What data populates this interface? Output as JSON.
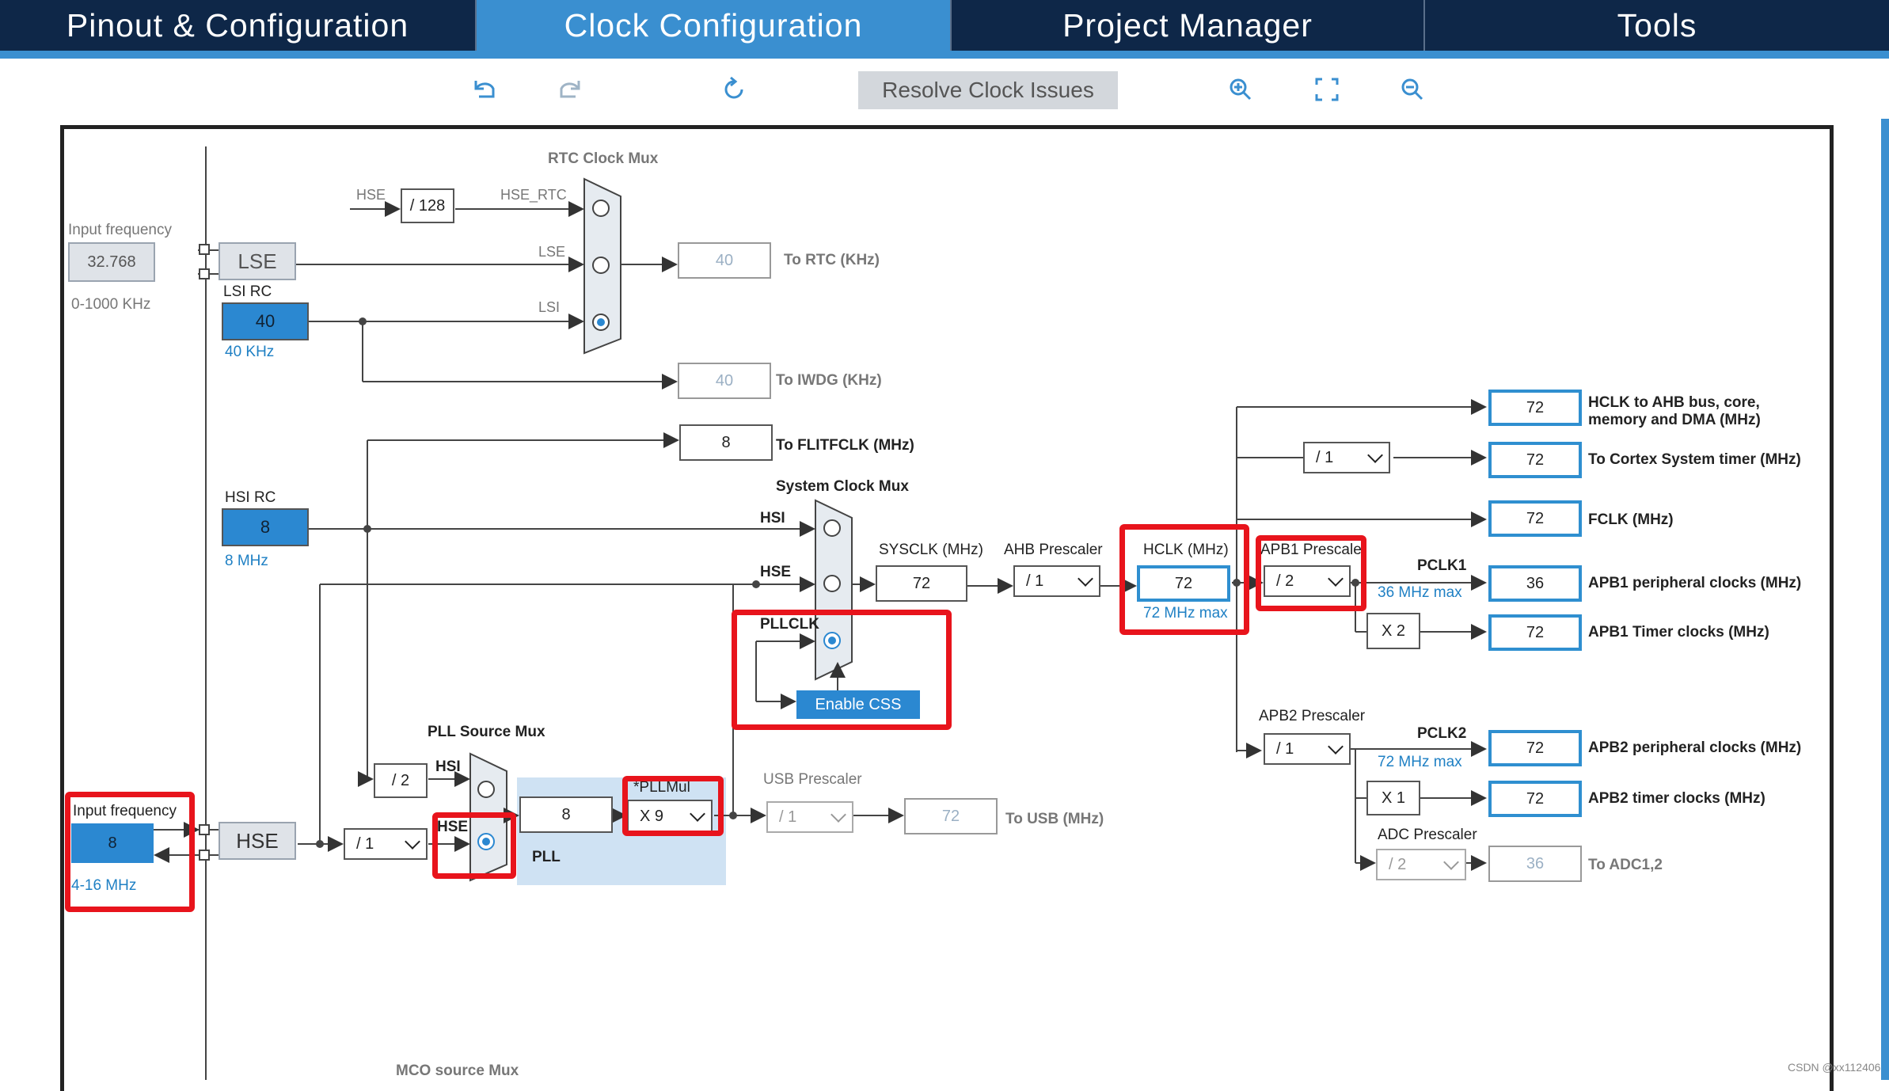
{
  "tabs": [
    {
      "label": "Pinout & Configuration"
    },
    {
      "label": "Clock Configuration"
    },
    {
      "label": "Project Manager"
    },
    {
      "label": "Tools"
    }
  ],
  "toolbar": {
    "resolve_label": "Resolve Clock Issues"
  },
  "lse_input": {
    "label": "Input frequency",
    "value": "32.768",
    "range": "0-1000 KHz"
  },
  "lse": {
    "label": "LSE"
  },
  "lsi": {
    "title": "LSI RC",
    "value": "40",
    "freq": "40 KHz"
  },
  "rtc_mux": {
    "title": "RTC Clock Mux",
    "in_hse": "HSE",
    "div": "/ 128",
    "in_hse_rtc": "HSE_RTC",
    "in_lse": "LSE",
    "in_lsi": "LSI"
  },
  "rtc_out": {
    "value": "40",
    "label": "To RTC (KHz)"
  },
  "iwdg_out": {
    "value": "40",
    "label": "To IWDG (KHz)"
  },
  "flit_out": {
    "value": "8",
    "label": "To FLITFCLK (MHz)"
  },
  "hsi": {
    "title": "HSI RC",
    "value": "8",
    "freq": "8 MHz"
  },
  "sys_mux": {
    "title": "System Clock Mux",
    "in_hsi": "HSI",
    "in_hse": "HSE",
    "in_pll": "PLLCLK",
    "css": "Enable CSS"
  },
  "sysclk": {
    "label": "SYSCLK (MHz)",
    "value": "72"
  },
  "ahb": {
    "label": "AHB Prescaler",
    "value": "/ 1"
  },
  "hclk": {
    "label": "HCLK (MHz)",
    "value": "72",
    "max": "72 MHz max"
  },
  "apb1": {
    "label": "APB1 Prescaler",
    "value": "/ 2",
    "pclk": "PCLK1",
    "max": "36 MHz max",
    "timer_mul": "X 2"
  },
  "apb2": {
    "label": "APB2 Prescaler",
    "value": "/ 1",
    "pclk": "PCLK2",
    "max": "72 MHz max",
    "timer_mul": "X 1"
  },
  "adc": {
    "label": "ADC Prescaler",
    "value": "/ 2",
    "out": "36",
    "out_label": "To ADC1,2"
  },
  "cortex_div": "/ 1",
  "outputs": [
    {
      "value": "72",
      "label": "HCLK to AHB bus, core,",
      "label2": "memory and DMA (MHz)"
    },
    {
      "value": "72",
      "label": "To Cortex System timer (MHz)"
    },
    {
      "value": "72",
      "label": "FCLK (MHz)"
    },
    {
      "value": "36",
      "label": "APB1 peripheral clocks (MHz)"
    },
    {
      "value": "72",
      "label": "APB1 Timer clocks (MHz)"
    },
    {
      "value": "72",
      "label": "APB2 peripheral clocks (MHz)"
    },
    {
      "value": "72",
      "label": "APB2 timer clocks (MHz)"
    }
  ],
  "hse_input": {
    "label": "Input frequency",
    "value": "8",
    "range": "4-16 MHz"
  },
  "hse": {
    "label": "HSE",
    "div": "/ 1"
  },
  "pll_src": {
    "title": "PLL Source Mux",
    "hsi_div": "/ 2",
    "in_hsi": "HSI",
    "in_hse": "HSE"
  },
  "pll": {
    "label": "PLL",
    "value": "8",
    "mul_label": "*PLLMul",
    "mul_value": "X 9"
  },
  "usb": {
    "label": "USB Prescaler",
    "value": "/ 1",
    "out": "72",
    "out_label": "To USB (MHz)"
  },
  "mco": {
    "title": "MCO source Mux"
  },
  "watermark": "CSDN @xx112406"
}
